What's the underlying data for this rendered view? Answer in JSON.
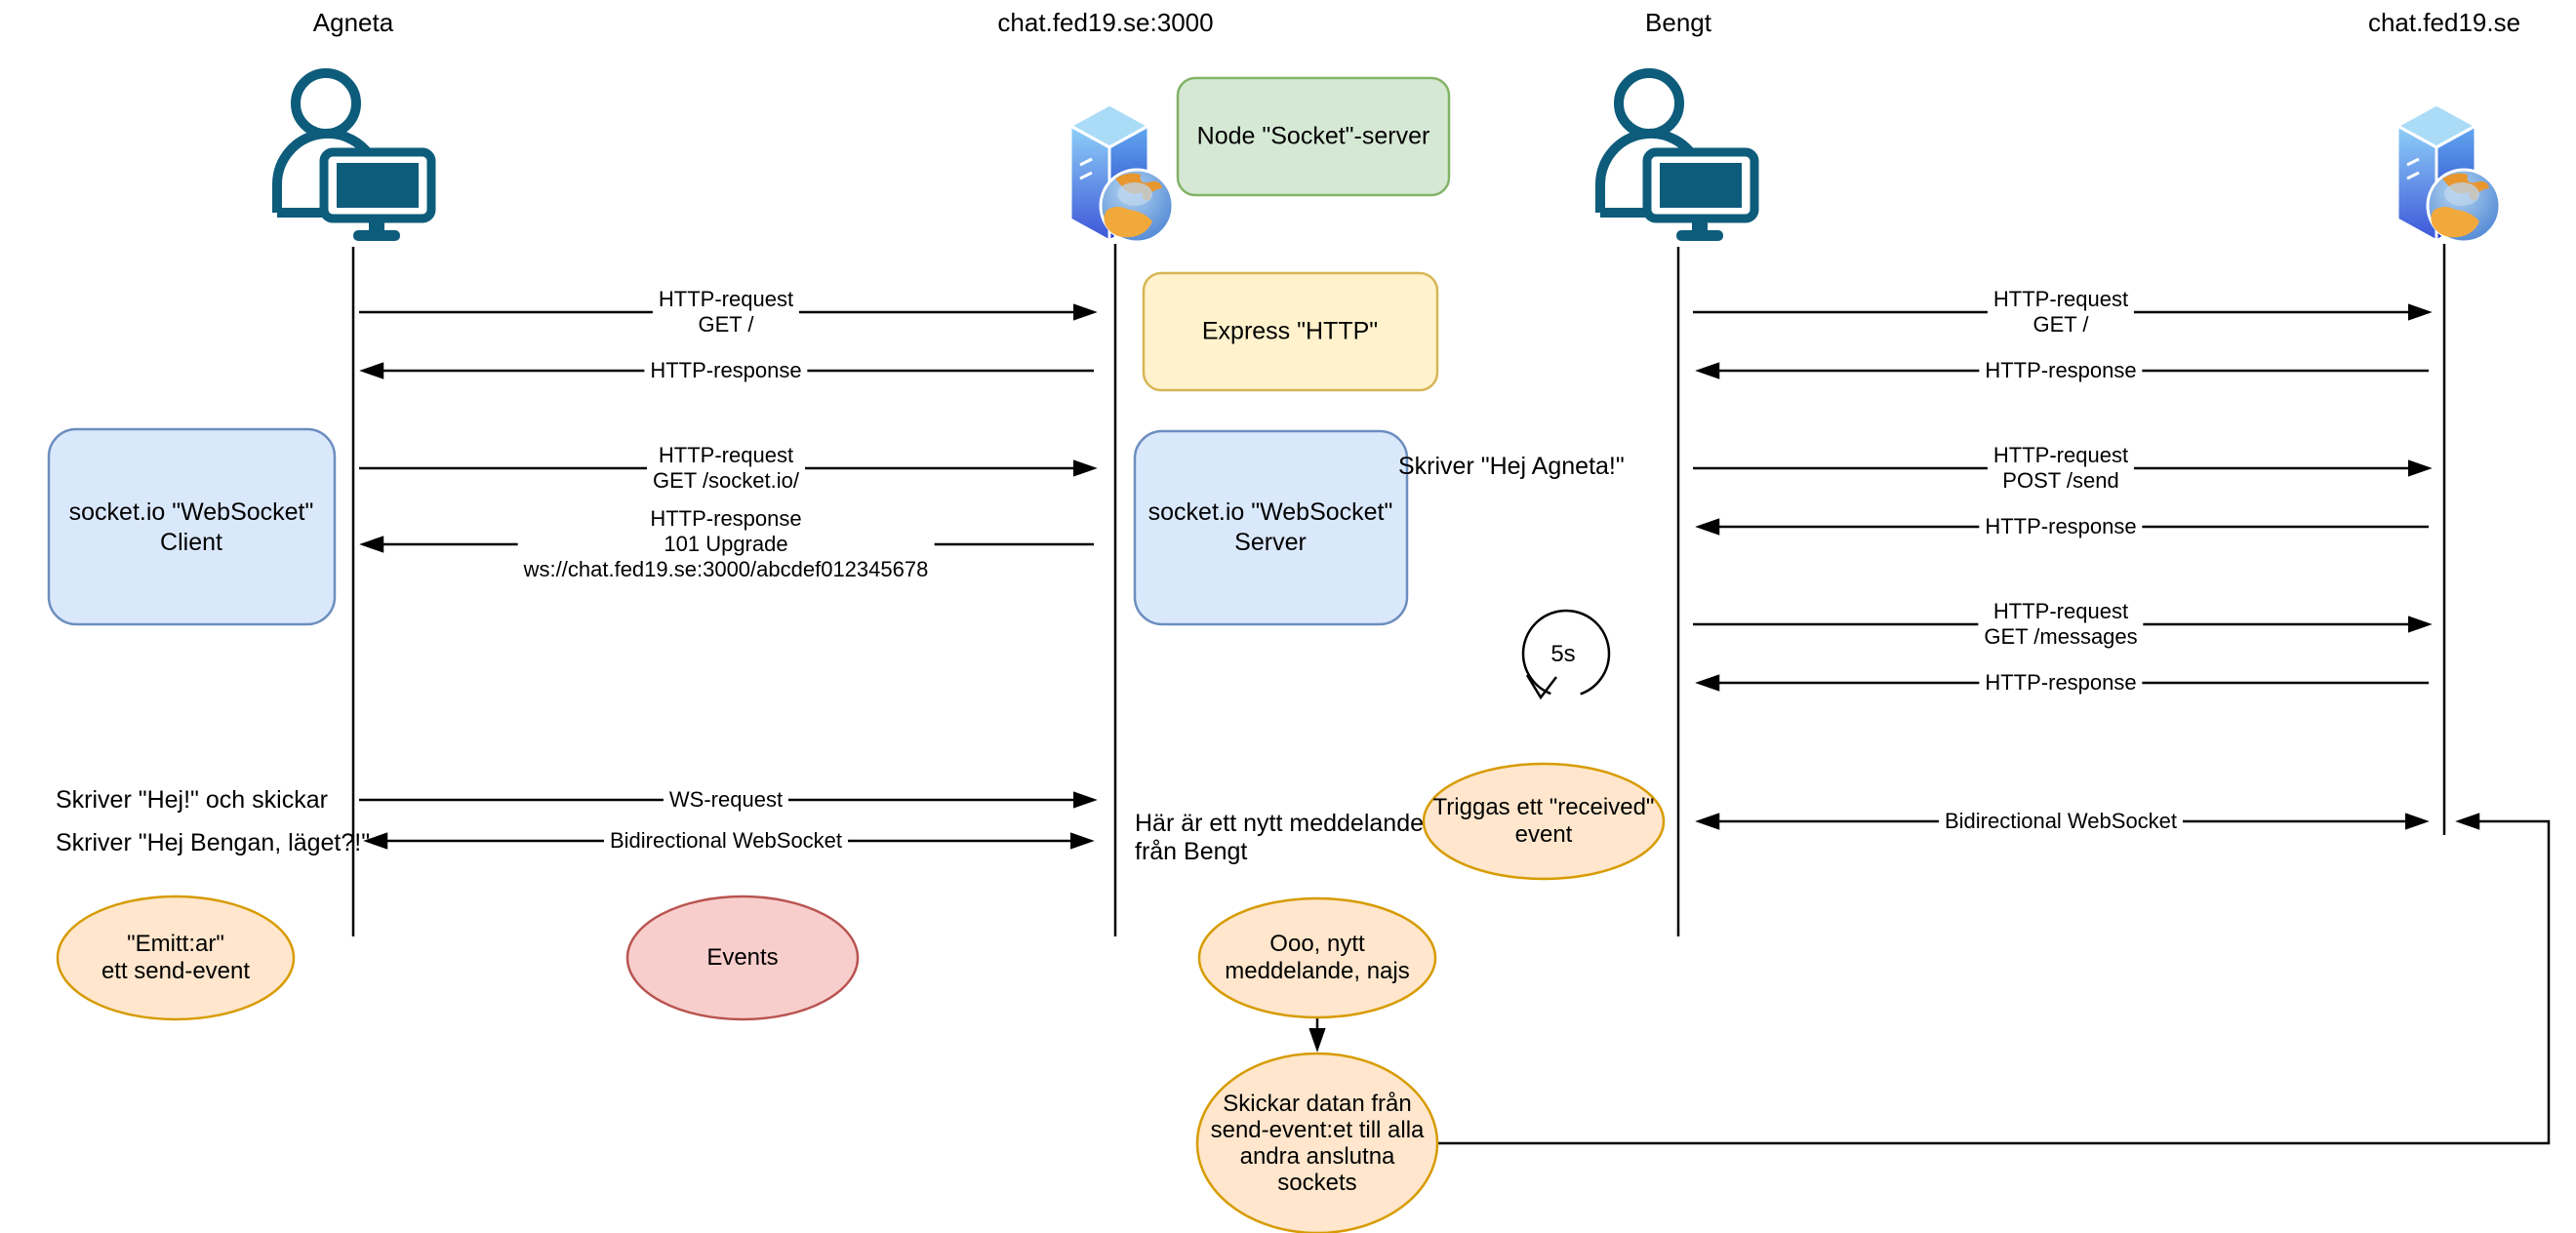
{
  "diagram": {
    "actors": [
      {
        "label": "Agneta",
        "icon": "person-computer-icon"
      },
      {
        "label": "chat.fed19.se:3000",
        "icon": "server-globe-icon"
      },
      {
        "label": "Bengt",
        "icon": "person-computer-icon"
      },
      {
        "label": "chat.fed19.se",
        "icon": "server-globe-icon"
      }
    ],
    "boxes": [
      {
        "label": "Node \"Socket\"-server",
        "fill": "#d5e8d4",
        "stroke": "#82b366"
      },
      {
        "label": "Express \"HTTP\"",
        "fill": "#fff2cc",
        "stroke": "#d6b656"
      },
      {
        "lines": [
          "socket.io \"WebSocket\"",
          "Client"
        ],
        "fill": "#dae8fc",
        "stroke": "#6c8ebf"
      },
      {
        "lines": [
          "socket.io \"WebSocket\"",
          "Server"
        ],
        "fill": "#dae8fc",
        "stroke": "#6c8ebf"
      }
    ],
    "messages_left": [
      {
        "lines": [
          "HTTP-request",
          "GET /"
        ],
        "direction": "right"
      },
      {
        "lines": [
          "HTTP-response"
        ],
        "direction": "left"
      },
      {
        "lines": [
          "HTTP-request",
          "GET /socket.io/"
        ],
        "direction": "right"
      },
      {
        "lines": [
          "HTTP-response",
          "101 Upgrade",
          "ws://chat.fed19.se:3000/abcdef012345678"
        ],
        "direction": "left"
      },
      {
        "lines": [
          "WS-request"
        ],
        "direction": "right"
      },
      {
        "lines": [
          "Bidirectional WebSocket"
        ],
        "direction": "both"
      }
    ],
    "messages_right": [
      {
        "lines": [
          "HTTP-request",
          "GET /"
        ],
        "direction": "right"
      },
      {
        "lines": [
          "HTTP-response"
        ],
        "direction": "left"
      },
      {
        "lines": [
          "HTTP-request",
          "POST /send"
        ],
        "direction": "right"
      },
      {
        "lines": [
          "HTTP-response"
        ],
        "direction": "left"
      },
      {
        "lines": [
          "HTTP-request",
          "GET /messages"
        ],
        "direction": "right"
      },
      {
        "lines": [
          "HTTP-response"
        ],
        "direction": "left"
      },
      {
        "lines": [
          "Bidirectional WebSocket"
        ],
        "direction": "both"
      }
    ],
    "notes": [
      {
        "text": "Skriver \"Hej Agneta!\""
      },
      {
        "text": "Skriver \"Hej!\" och skickar"
      },
      {
        "text": "Skriver \"Hej Bengan, läget?!\""
      },
      {
        "lines": [
          "Här är ett nytt meddelande",
          "från Bengt"
        ]
      }
    ],
    "ellipses": [
      {
        "lines": [
          "\"Emitt:ar\"",
          "ett send-event"
        ],
        "fill": "#ffe6cc",
        "stroke": "#d79b00"
      },
      {
        "lines": [
          "Events"
        ],
        "fill": "#f8cecc",
        "stroke": "#b85450"
      },
      {
        "lines": [
          "Triggas ett \"received\"",
          "event"
        ],
        "fill": "#ffe6cc",
        "stroke": "#d79b00"
      },
      {
        "lines": [
          "Ooo, nytt",
          "meddelande, najs"
        ],
        "fill": "#ffe6cc",
        "stroke": "#d79b00"
      },
      {
        "lines": [
          "Skickar datan från",
          "send-event:et till alla",
          "andra anslutna",
          "sockets"
        ],
        "fill": "#ffe6cc",
        "stroke": "#d79b00"
      }
    ],
    "loop": {
      "label": "5s"
    },
    "colors": {
      "person_icon": "#0e5c7b",
      "line": "#000000",
      "server_blue_light": "#8fd0f8",
      "server_blue_dark": "#1e2ec2",
      "globe_orange": "#e8962e",
      "globe_blue": "#3c78cf"
    }
  }
}
